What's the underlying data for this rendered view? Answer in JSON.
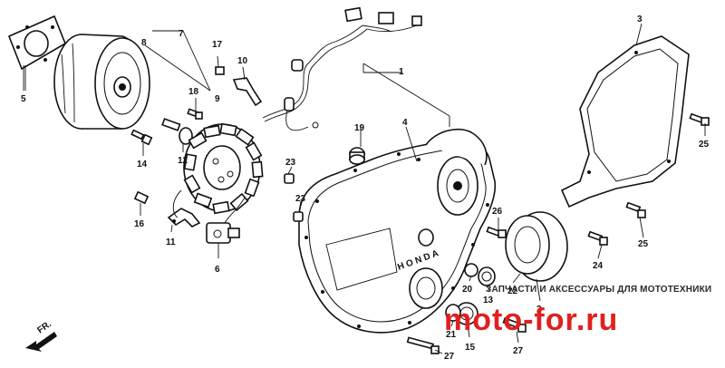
{
  "callouts": [
    "1",
    "2",
    "3",
    "4",
    "5",
    "6",
    "7",
    "8",
    "9",
    "10",
    "11",
    "12",
    "13",
    "14",
    "15",
    "16",
    "17",
    "18",
    "19",
    "20",
    "21",
    "22",
    "23",
    "23",
    "24",
    "25",
    "25",
    "26",
    "27",
    "27"
  ],
  "direction_label": "FR.",
  "watermark": {
    "tagline": "ЗАПЧАСТИ И АКСЕССУАРЫ ДЛЯ МОТОТЕХНИКИ",
    "logo": "moto-for.ru",
    "logo_color": "#e02020",
    "logo_accent": "#f6c8c8"
  }
}
